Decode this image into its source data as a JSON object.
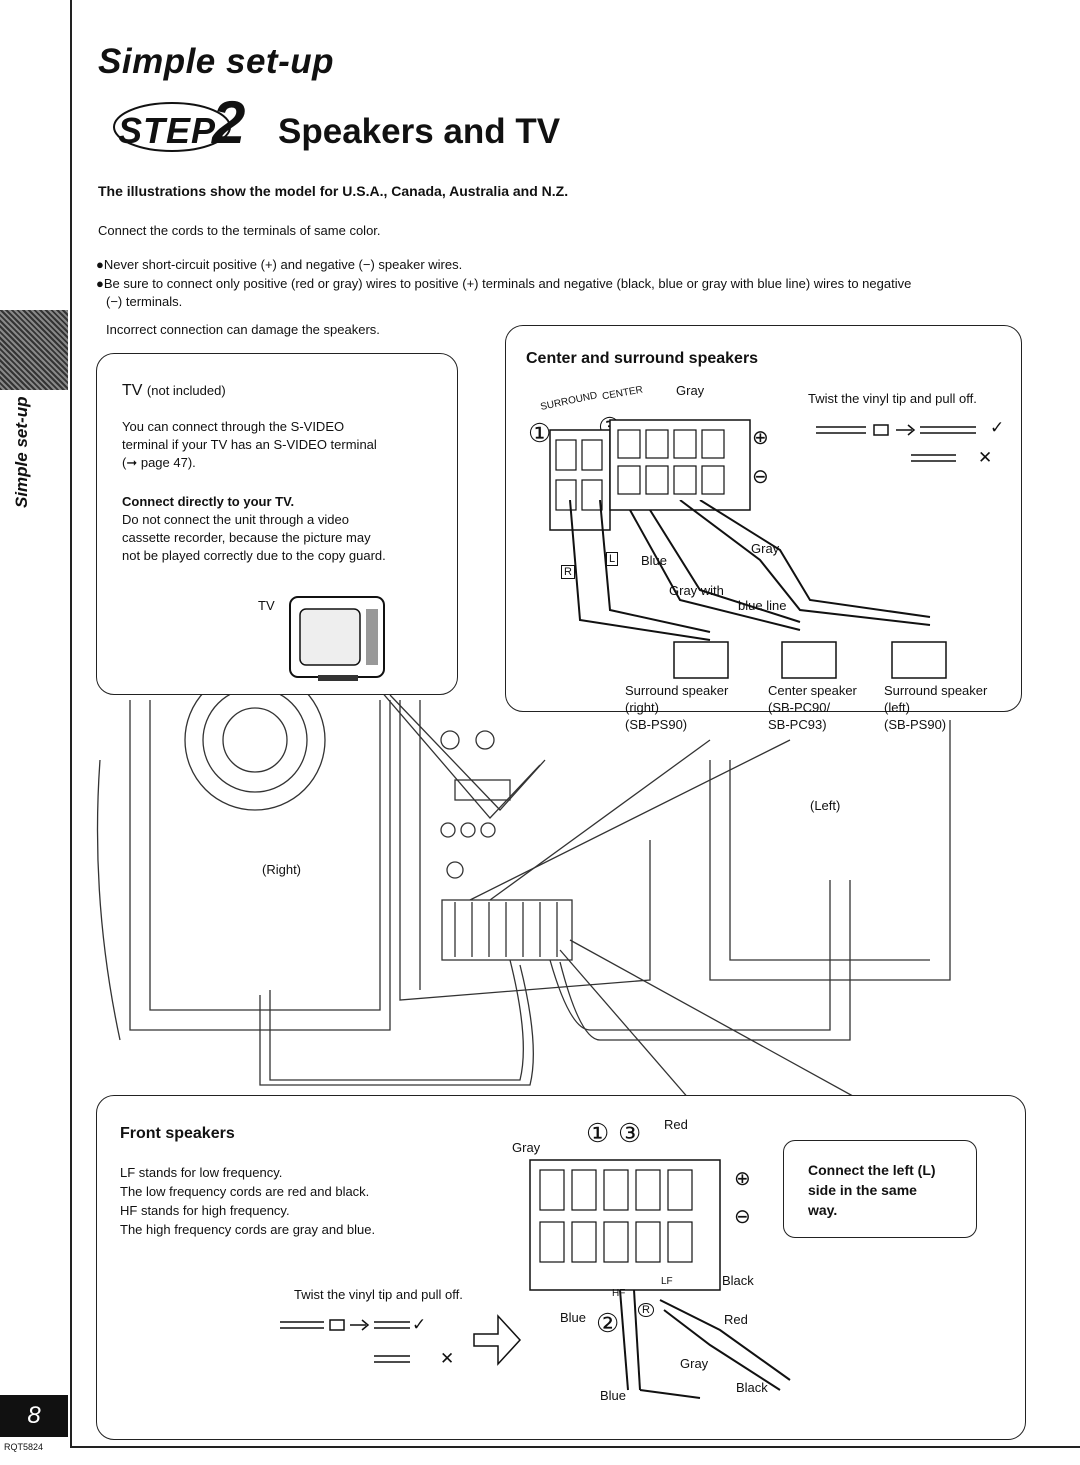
{
  "header": {
    "title": "Simple set-up",
    "step_word": "STEP",
    "step_number": "2",
    "section_title": "Speakers and TV"
  },
  "intro": {
    "models": "The illustrations show the model for U.S.A., Canada, Australia and N.Z.",
    "same_color": "Connect the cords to the terminals of same color.",
    "bullet1": "●Never short-circuit positive (+) and negative (−) speaker wires.",
    "bullet2": "●Be sure to connect only positive (red or gray) wires to positive (+) terminals and negative (black, blue or gray with blue line) wires to negative",
    "bullet2_cont": "(−) terminals.",
    "damage": "Incorrect connection can damage the speakers."
  },
  "tv_box": {
    "heading": "TV",
    "heading_note": "(not included)",
    "line1": "You can connect through the S-VIDEO",
    "line2": "terminal if your TV has an S-VIDEO terminal",
    "line3": "(➞ page 47).",
    "sub_heading": "Connect directly to your TV.",
    "sub1": "Do not connect the unit through a video",
    "sub2": "cassette recorder, because the picture may",
    "sub3": "not be played correctly due to the copy guard.",
    "tv_label": "TV"
  },
  "center_box": {
    "heading": "Center and surround speakers",
    "twist": "Twist the vinyl tip and pull off.",
    "surround": "SURROUND",
    "center": "CENTER",
    "gray": "Gray",
    "gray2": "Gray",
    "blue": "Blue",
    "gray_with": "Gray with",
    "blue_line": "blue line",
    "sp_right_1": "Surround speaker",
    "sp_right_2": "(right)",
    "sp_right_3": "(SB-PS90)",
    "sp_center_1": "Center speaker",
    "sp_center_2": "(SB-PC90/",
    "sp_center_3": "SB-PC93)",
    "sp_left_1": "Surround speaker",
    "sp_left_2": "(left)",
    "sp_left_3": "(SB-PS90)",
    "r_mark": "R",
    "l_mark": "L"
  },
  "main_illustration": {
    "right": "(Right)",
    "left": "(Left)"
  },
  "front_box": {
    "heading": "Front speakers",
    "line1": "LF stands for low frequency.",
    "line2": "The low frequency cords are red and black.",
    "line3": "HF stands for high frequency.",
    "line4": "The high frequency cords are gray and blue.",
    "twist": "Twist the vinyl tip and pull off.",
    "gray": "Gray",
    "red": "Red",
    "black": "Black",
    "blue": "Blue",
    "red2": "Red",
    "gray2": "Gray",
    "black2": "Black",
    "blue2": "Blue",
    "lf": "LF",
    "hf": "HF",
    "r_mark": "R",
    "note1": "Connect the left (L)",
    "note2": "side in the same",
    "note3": "way."
  },
  "sidebar": {
    "label": "Simple set-up",
    "page_number": "8",
    "doc_code": "RQT5824"
  },
  "marks": {
    "plus": "⊕",
    "minus": "⊖",
    "check": "✓",
    "cross": "✕",
    "one": "①",
    "two": "②",
    "three": "③"
  }
}
